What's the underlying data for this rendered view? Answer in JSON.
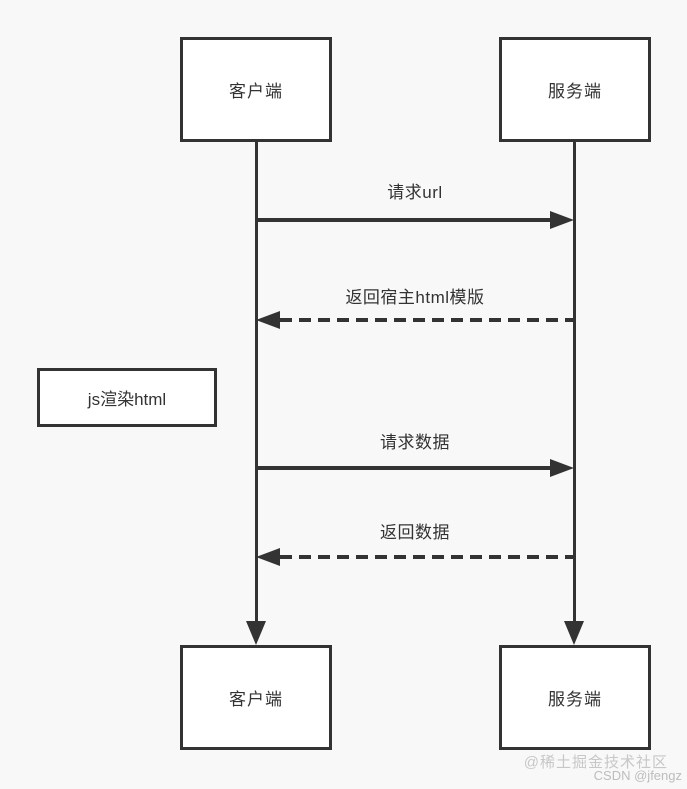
{
  "diagram": {
    "type": "sequence",
    "actors": {
      "client_top": "客户端",
      "server_top": "服务端",
      "client_bottom": "客户端",
      "server_bottom": "服务端"
    },
    "note_label": "js渲染html",
    "messages": [
      {
        "label": "请求url",
        "from": "client",
        "to": "server",
        "style": "solid"
      },
      {
        "label": "返回宿主html模版",
        "from": "server",
        "to": "client",
        "style": "dashed"
      },
      {
        "label": "请求数据",
        "from": "client",
        "to": "server",
        "style": "solid"
      },
      {
        "label": "返回数据",
        "from": "server",
        "to": "client",
        "style": "dashed"
      }
    ],
    "colors": {
      "line": "#333333",
      "background": "#f8f8f8",
      "box_fill": "#ffffff",
      "watermark": "#c7c7c7"
    },
    "watermark": {
      "line1": "@稀土掘金技术社区",
      "line2": "CSDN @jfengz"
    }
  }
}
